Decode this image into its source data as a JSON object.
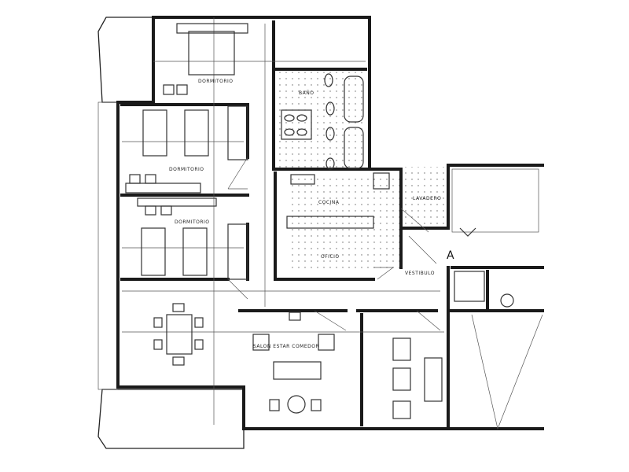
{
  "plan": {
    "rooms": {
      "bedroom1": "DORMITORIO",
      "bathroom": "BAÑO",
      "bedroom2": "DORMITORIO",
      "bedroom3": "DORMITORIO",
      "kitchen": "COCINA",
      "laundry": "LAVADERO",
      "pantry": "OFICIO",
      "hall": "VESTIBULO",
      "living": "SALON ESTAR COMEDOR"
    },
    "marker": "A"
  }
}
